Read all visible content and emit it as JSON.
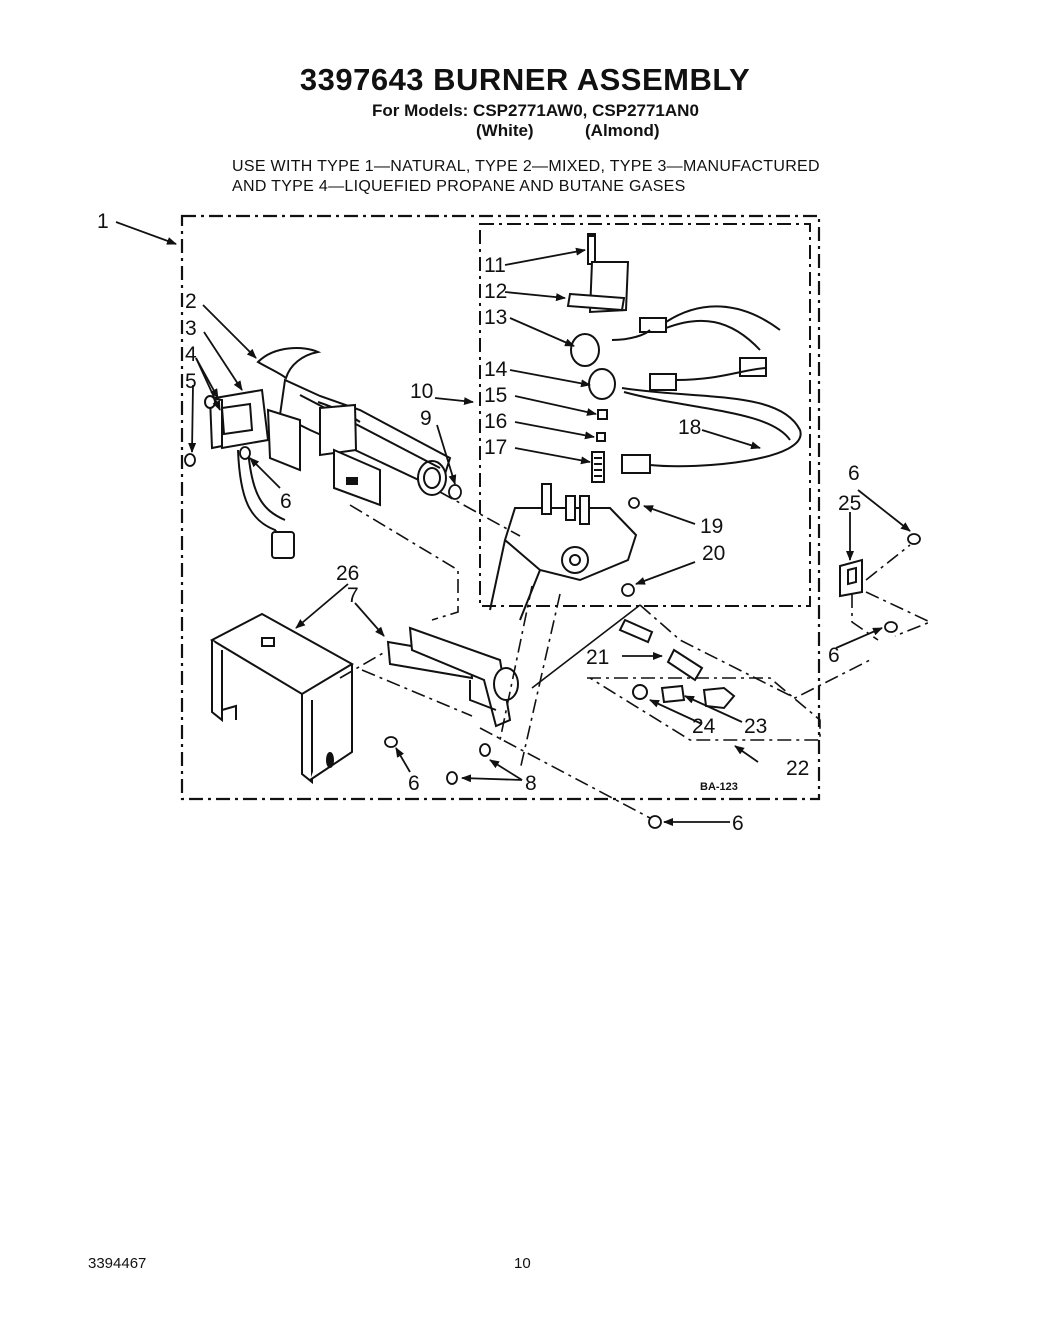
{
  "header": {
    "title": "3397643 BURNER ASSEMBLY",
    "models_line": "For Models: CSP2771AW0, CSP2771AN0",
    "color_white": "(White)",
    "color_almond": "(Almond)"
  },
  "usage": {
    "line1": "USE WITH TYPE 1—NATURAL, TYPE 2—MIXED, TYPE 3—MANUFACTURED",
    "line2": "AND TYPE 4—LIQUEFIED PROPANE AND BUTANE GASES"
  },
  "diagram": {
    "code": "BA-123",
    "callouts": {
      "c1": "1",
      "c2": "2",
      "c3": "3",
      "c4": "4",
      "c5": "5",
      "c6": "6",
      "c7": "7",
      "c8": "8",
      "c9": "9",
      "c10": "10",
      "c11": "11",
      "c12": "12",
      "c13": "13",
      "c14": "14",
      "c15": "15",
      "c16": "16",
      "c17": "17",
      "c18": "18",
      "c19": "19",
      "c20": "20",
      "c21": "21",
      "c22": "22",
      "c23": "23",
      "c24": "24",
      "c25": "25",
      "c26": "26"
    }
  },
  "footer": {
    "part_number": "3394467",
    "page_number": "10"
  }
}
